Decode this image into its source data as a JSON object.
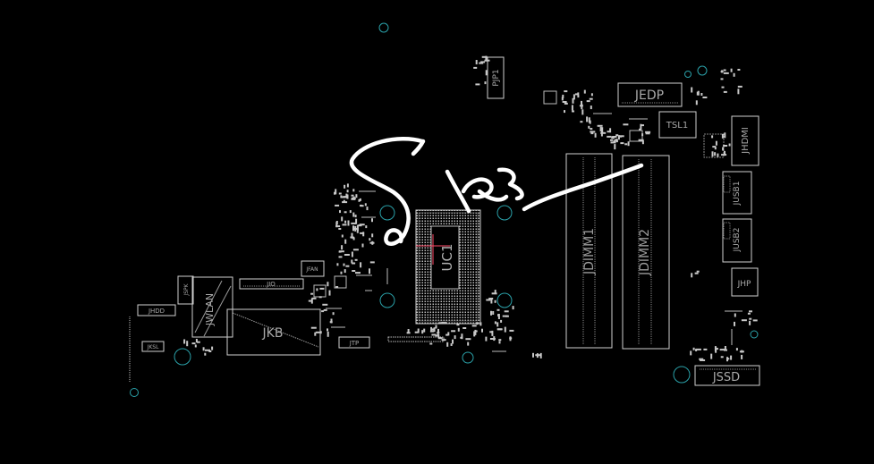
{
  "theme": {
    "background": "#000000",
    "outline": "#b4b4b4",
    "label": "#aaaaaa",
    "pad": "#c8c8c8",
    "hole": "#2aa0a8",
    "highlight": "#ff4d6a",
    "ink": "#ffffff"
  },
  "components": {
    "uc1": "UC1",
    "jdimm1": "JDIMM1",
    "jdimm2": "JDIMM2",
    "jedp": "JEDP",
    "tsl1": "TSL1",
    "jhdmi": "JHDMI",
    "jusb1": "JUSB1",
    "jusb2": "JUSB2",
    "jhp": "JHP",
    "jssd": "JSSD",
    "pjp1": "PJP1",
    "jkb": "JKB",
    "jwlan": "JWLAN",
    "jio": "JIO",
    "jfan": "JFAN",
    "jspk": "JSPK",
    "jhdd": "JHDD",
    "jksl": "JKSL",
    "jtp": "JTP"
  },
  "annotations": {
    "signature": "handwritten-signature"
  }
}
